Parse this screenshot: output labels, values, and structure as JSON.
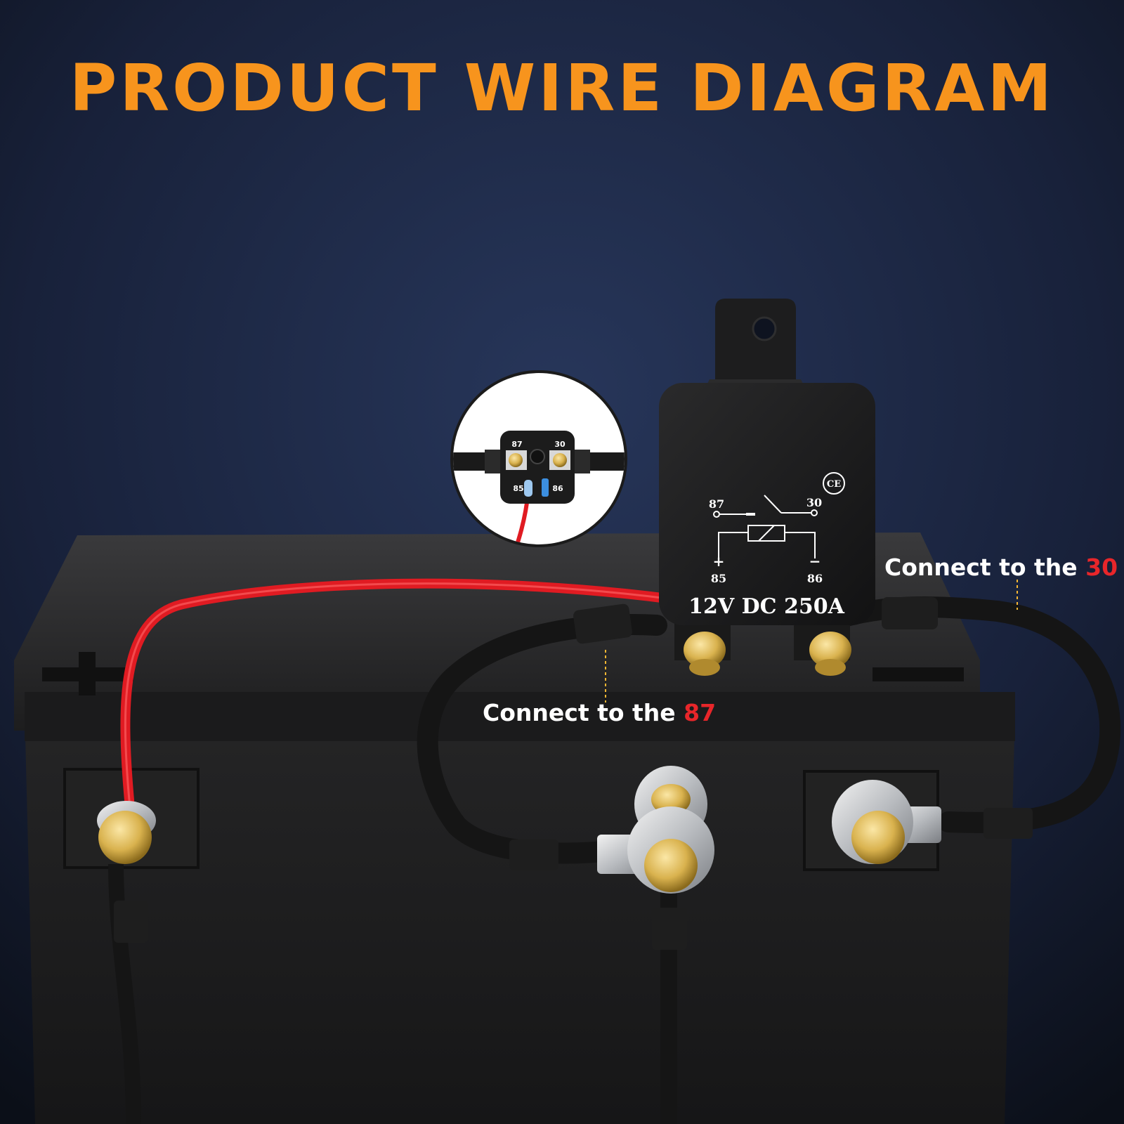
{
  "title": "PRODUCT WIRE DIAGRAM",
  "callouts": {
    "to_30": {
      "text": "Connect to the ",
      "pin": "30"
    },
    "to_87": {
      "text": "Connect to the ",
      "pin": "87"
    }
  },
  "relay": {
    "pin_87": "87",
    "pin_30": "30",
    "pin_85": "85",
    "pin_86": "86",
    "plus": "+",
    "minus": "−",
    "rating": "12V DC 250A",
    "cert": "CE"
  },
  "inset": {
    "pin_87": "87",
    "pin_30": "30",
    "pin_85": "85",
    "pin_86": "86"
  },
  "colors": {
    "title": "#f7941d",
    "highlight": "#e8262a",
    "background_top": "#22304f",
    "background_bottom": "#0c111c",
    "wire_positive": "#e01b22",
    "wire_negative": "#151515",
    "terminal_brass": "#d9b24e"
  }
}
